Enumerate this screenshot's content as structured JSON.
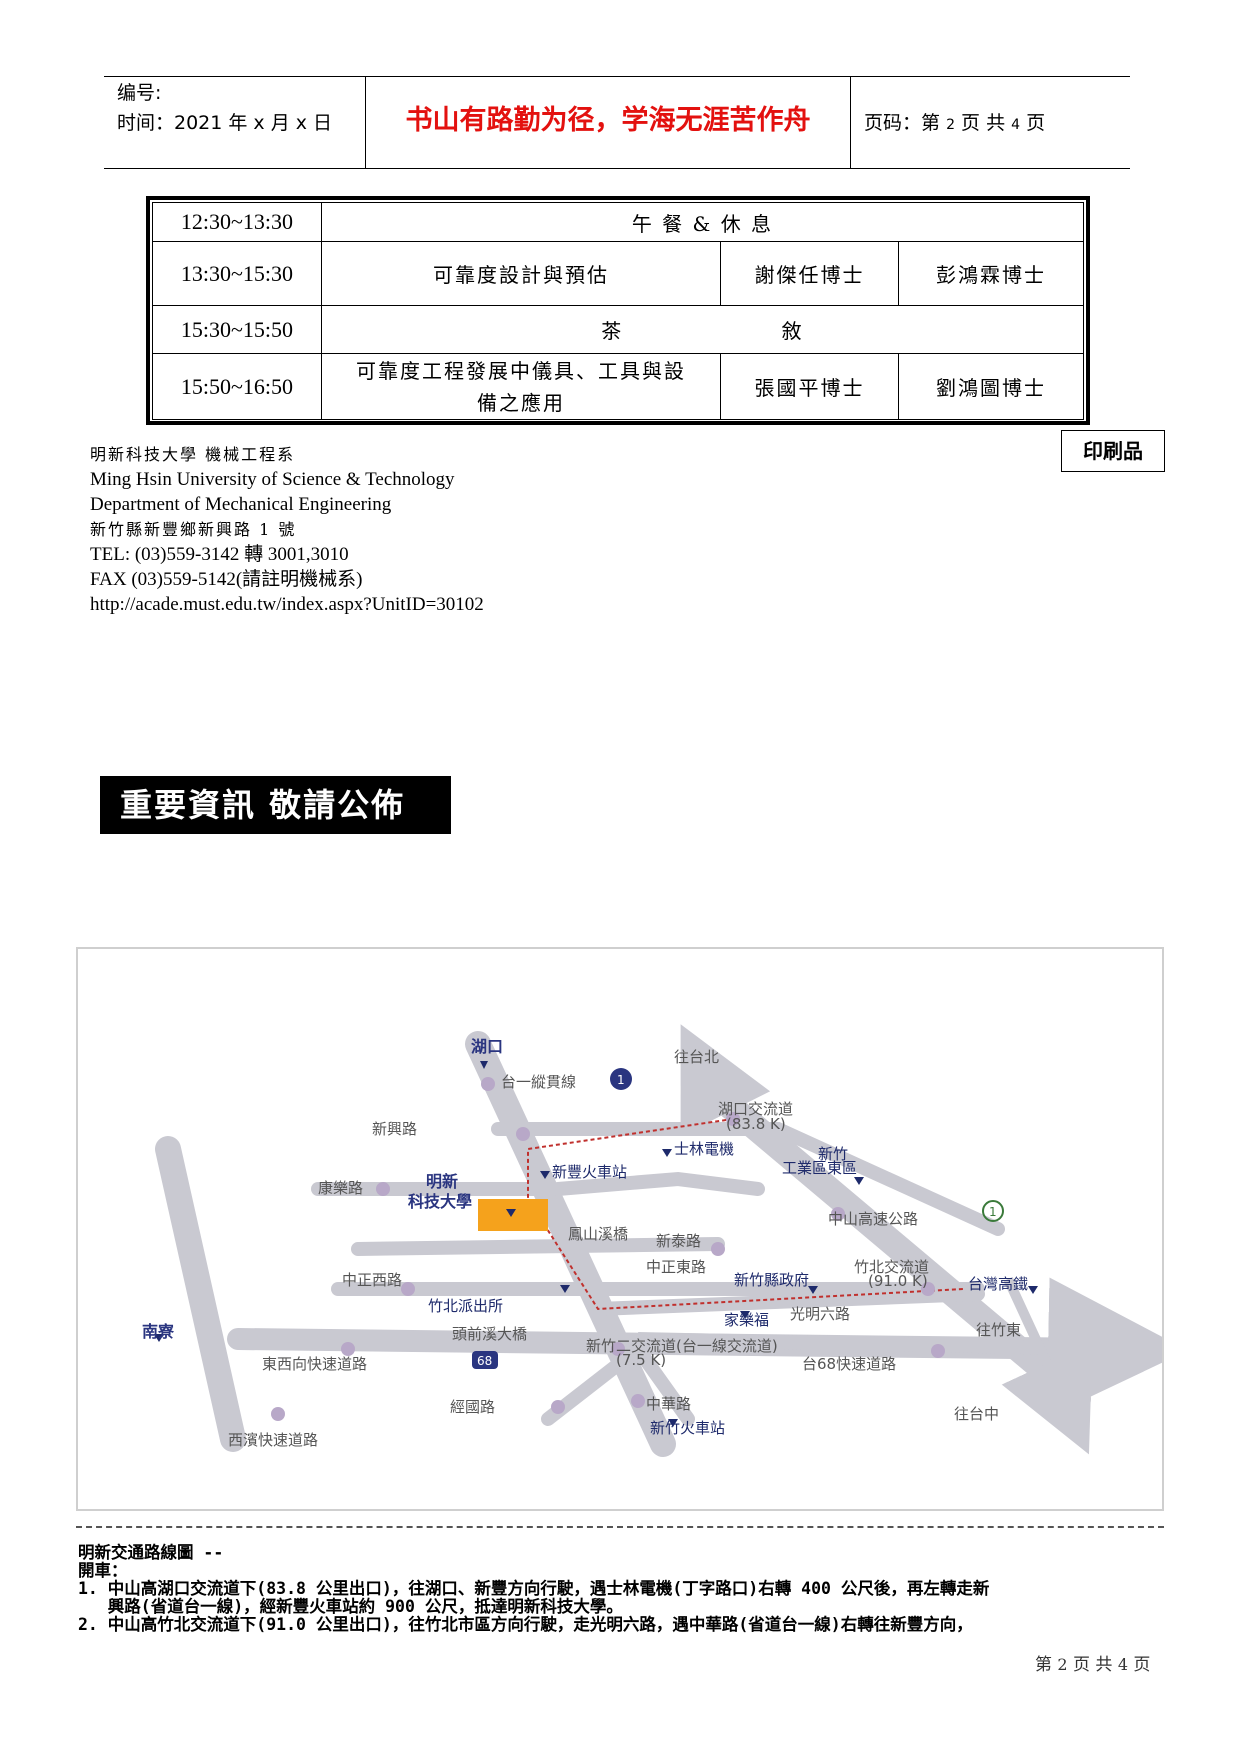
{
  "header": {
    "code_label": "编号:",
    "time_label": "时间：2021 年 x 月 x 日",
    "motto": "书山有路勤为径，学海无涯苦作舟",
    "page_prefix": "页码：第",
    "page_current": "2",
    "page_mid": "页  共",
    "page_total": "4",
    "page_suffix": "页"
  },
  "schedule": {
    "rows": [
      {
        "time": "12:30~13:30",
        "span": "午 餐 & 休 息"
      },
      {
        "time": "13:30~15:30",
        "topic": "可靠度設計與預估",
        "speaker1": "謝傑任博士",
        "speaker2": "彭鴻霖博士"
      },
      {
        "time": "15:30~15:50",
        "span": "茶 敘"
      },
      {
        "time": "15:50~16:50",
        "topic_line1": "可靠度工程發展中儀具、工具與設",
        "topic_line2": "備之應用",
        "speaker1": "張國平博士",
        "speaker2": "劉鴻圖博士"
      }
    ]
  },
  "print_tag": "印刷品",
  "contact": {
    "dept_zh": "明新科技大學  機械工程系",
    "univ_en": "Ming Hsin University of Science & Technology",
    "dept_en": "Department of Mechanical Engineering",
    "address": "新竹縣新豐鄉新興路 1 號",
    "tel": "TEL: (03)559-3142 轉 3001,3010",
    "fax": "FAX (03)559-5142(請註明機械系)",
    "url": "http://acade.must.edu.tw/index.aspx?UnitID=30102"
  },
  "banner": "重要資訊 敬請公佈",
  "map": {
    "labels": {
      "hukou": "湖口",
      "taiyi": "台一縱貫線",
      "shield1": "1",
      "to_taipei": "往台北",
      "hukou_ic": "湖口交流道",
      "hukou_km": "(83.8 K)",
      "xinxing": "新興路",
      "shilin": "士林電機",
      "hsinchu_park_1": "新竹",
      "hsinchu_park_2": "工業區東區",
      "xinfeng_station": "新豐火車站",
      "kangle": "康樂路",
      "school_1": "明新",
      "school_2": "科技大學",
      "zhongshan_fwy": "中山高速公路",
      "fengshan_bridge": "鳳山溪橋",
      "xintai": "新泰路",
      "zhongzheng_e": "中正東路",
      "zhongzheng_w": "中正西路",
      "county_gov": "新竹縣政府",
      "zhubei_ic": "竹北交流道",
      "zhubei_km": "(91.0 K)",
      "thsr": "台灣高鐵",
      "police": "竹北派出所",
      "carrefour": "家樂福",
      "guangming6": "光明六路",
      "nanliao": "南寮",
      "touqian_bridge": "頭前溪大橋",
      "to_zhudong": "往竹東",
      "ic2": "新竹二交流道(台一線交流道)",
      "ic2_km": "(7.5 K)",
      "east_west_fwy": "東西向快速道路",
      "shield68": "68",
      "tai68": "台68快速道路",
      "jingguo": "經國路",
      "zhonghua": "中華路",
      "hsinchu_station": "新竹火車站",
      "to_taichung": "往台中",
      "west_coast_fwy": "西濱快速道路",
      "shield_zs": "1"
    }
  },
  "directions": {
    "title": "明新交通路線圖 --",
    "subtitle": "開車：",
    "item1_line1": "1. 中山高湖口交流道下(83.8 公里出口)，往湖口、新豐方向行駛，遇士林電機(丁字路口)右轉 400 公尺後，再左轉走新",
    "item1_line2": "   興路(省道台一線)，經新豐火車站約 900 公尺，抵達明新科技大學。",
    "item2_line1": "2. 中山高竹北交流道下(91.0 公里出口)，往竹北市區方向行駛，走光明六路，遇中華路(省道台一線)右轉往新豐方向，"
  },
  "footer": {
    "prefix": "第",
    "current": "2",
    "mid": "页 共",
    "total": "4",
    "suffix": "页"
  }
}
